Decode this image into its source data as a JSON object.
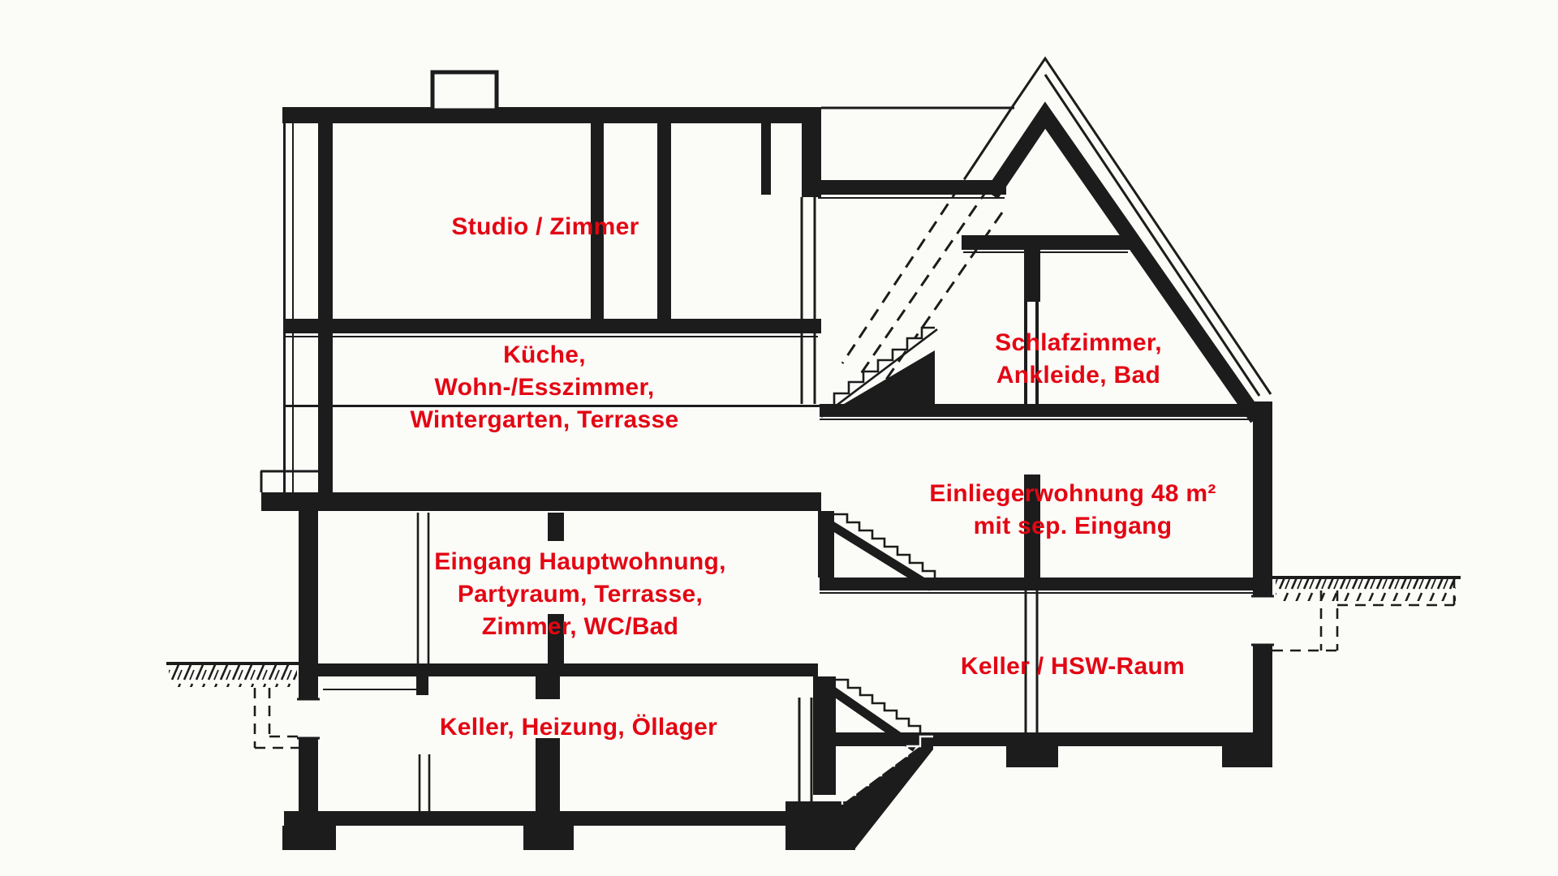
{
  "diagram": {
    "type": "house-cross-section",
    "accent_color": "#e30613",
    "ink_color": "#1c1c1c",
    "labels": {
      "studio": {
        "lines": [
          "Studio / Zimmer"
        ]
      },
      "kueche": {
        "lines": [
          "Küche,",
          "Wohn-/Esszimmer,",
          "Wintergarten, Terrasse"
        ]
      },
      "schlaf": {
        "lines": [
          "Schlafzimmer,",
          "Ankleide, Bad"
        ]
      },
      "einlieger": {
        "lines": [
          "Einliegerwohnung 48 m²",
          "mit sep. Eingang"
        ]
      },
      "eingang": {
        "lines": [
          "Eingang Hauptwohnung,",
          "Partyraum, Terrasse,",
          "Zimmer, WC/Bad"
        ]
      },
      "keller_hsw": {
        "lines": [
          "Keller / HSW-Raum"
        ]
      },
      "keller": {
        "lines": [
          "Keller, Heizung, Öllager"
        ]
      }
    }
  }
}
